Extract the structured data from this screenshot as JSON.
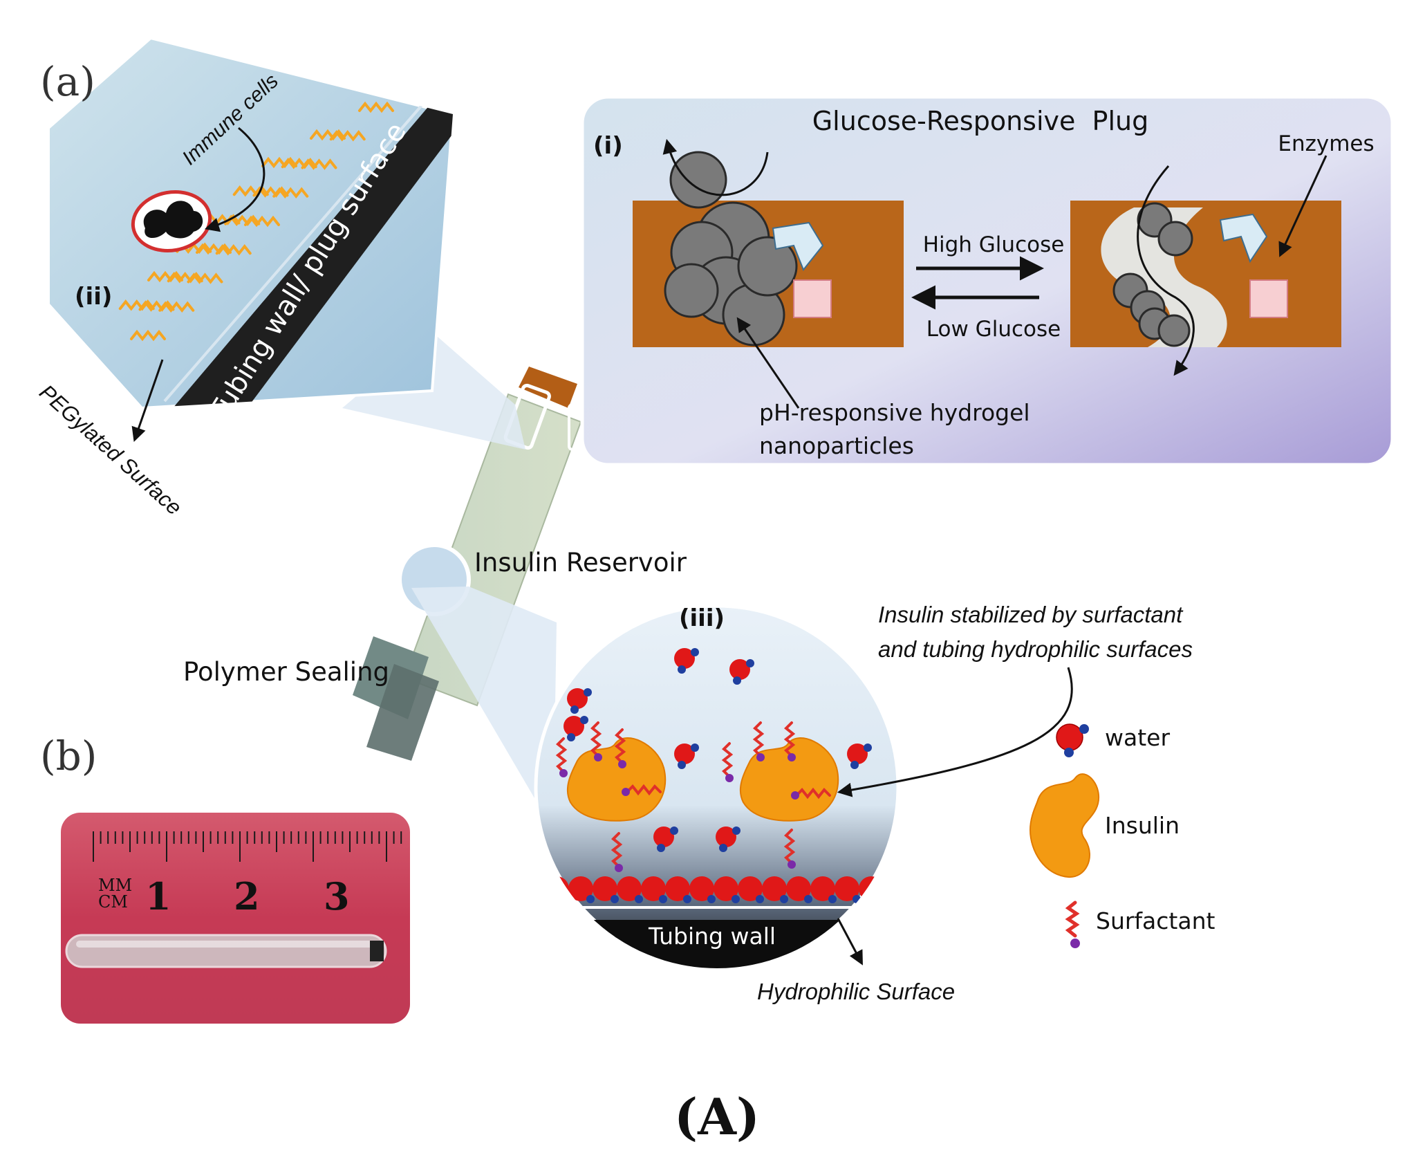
{
  "panel_a_label": "(a)",
  "panel_b_label": "(b)",
  "figure_label": "(A)",
  "inset_i": {
    "label": "(i)",
    "title": "Glucose-Responsive  Plug",
    "enzymes": "Enzymes",
    "high_glucose": "High Glucose",
    "low_glucose": "Low Glucose",
    "nanoparticles_line1": "pH-responsive hydrogel",
    "nanoparticles_line2": "nanoparticles"
  },
  "inset_ii": {
    "label": "(ii)",
    "immune_cells": "Immune cells",
    "tubing_wall_plug": "Tubing wall/ plug surface",
    "pegylated": "PEGylated Surface"
  },
  "inset_iii": {
    "label": "(iii)",
    "note_line1": "Insulin stabilized by surfactant",
    "note_line2": "and tubing hydrophilic surfaces",
    "tubing_wall": "Tubing wall",
    "hydrophilic": "Hydrophilic Surface"
  },
  "device": {
    "insulin_reservoir": "Insulin Reservoir",
    "polymer_sealing": "Polymer Sealing"
  },
  "legend": {
    "water": "water",
    "insulin": "Insulin",
    "surfactant": "Surfactant"
  },
  "ruler": {
    "mm": "MM",
    "cm": "CM",
    "marks": [
      "1",
      "2",
      "3"
    ]
  },
  "colors": {
    "hydrogel_brown": "#b9661a",
    "insulin_orange": "#f39a12",
    "water_red": "#e01818",
    "peg_orange": "#f5a623",
    "panel_blue": "#dbe7f2"
  }
}
